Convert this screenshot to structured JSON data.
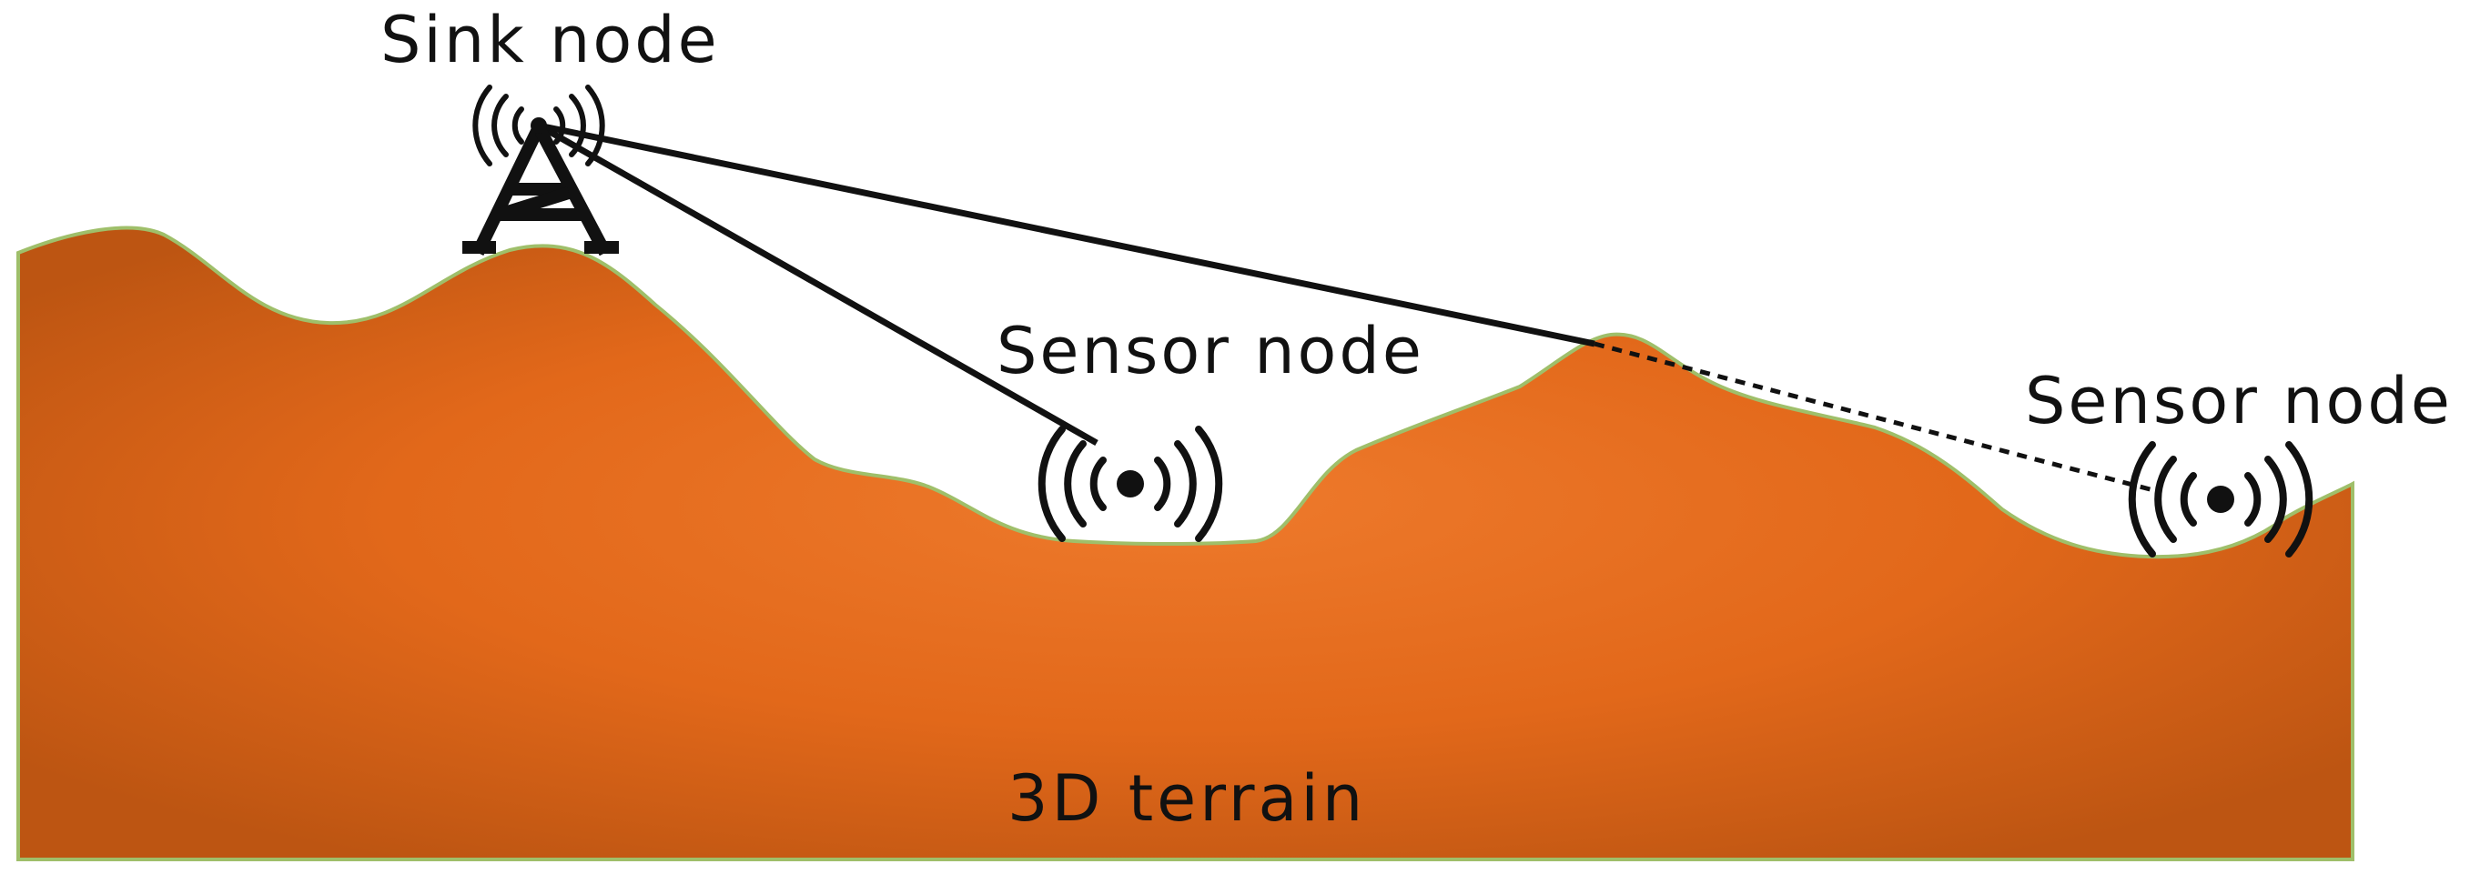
{
  "labels": {
    "sink": "Sink node",
    "sensor_middle": "Sensor node",
    "sensor_right": "Sensor node",
    "terrain": "3D terrain"
  },
  "colors": {
    "terrain_center": "#ee7a2c",
    "terrain_mid": "#e2681a",
    "terrain_edge": "#bd5512",
    "terrain_outline": "#9fbf6a",
    "link": "#111111"
  },
  "icons": {
    "sink": "tower-antenna-icon",
    "sensor": "wireless-sensor-icon"
  },
  "links": [
    {
      "from": "sink",
      "to": "sensor-middle",
      "style": "solid",
      "line_of_sight": true
    },
    {
      "from": "sink",
      "to": "sensor-right",
      "style": "solid-then-dashed",
      "line_of_sight": false
    }
  ]
}
